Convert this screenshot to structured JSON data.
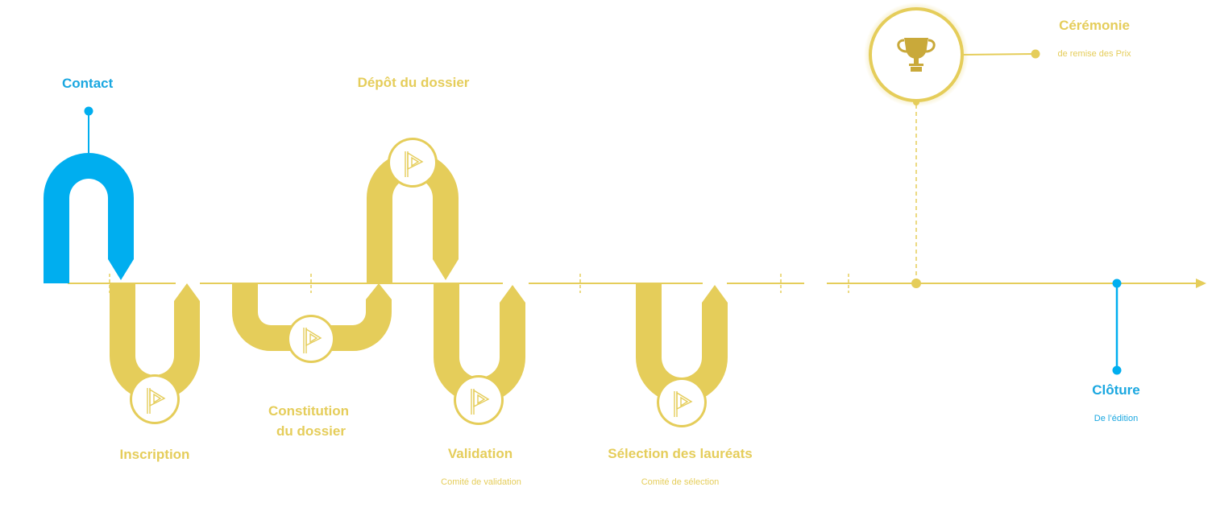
{
  "colors": {
    "gold": "#e5cd5a",
    "blue": "#00aeef",
    "blue_text": "#1aa7e0",
    "trophy": "#c9a93a"
  },
  "steps": [
    {
      "label": "Contact",
      "sub": "",
      "icon": "",
      "color": "blue"
    },
    {
      "label": "Inscription",
      "sub": "",
      "icon": "flag-icon",
      "color": "gold"
    },
    {
      "label": "Constitution",
      "label2": "du dossier",
      "sub": "",
      "icon": "flag-icon",
      "color": "gold"
    },
    {
      "label": "Dépôt du dossier",
      "sub": "",
      "icon": "flag-icon",
      "color": "gold"
    },
    {
      "label": "Validation",
      "sub": "Comité de validation",
      "icon": "flag-icon",
      "color": "gold"
    },
    {
      "label": "Sélection des lauréats",
      "sub": "Comité de sélection",
      "icon": "flag-icon",
      "color": "gold"
    },
    {
      "label": "Cérémonie",
      "sub": "de remise des Prix",
      "icon": "trophy-icon",
      "color": "gold"
    },
    {
      "label": "Clôture",
      "sub": "De l’édition",
      "icon": "",
      "color": "blue"
    }
  ]
}
